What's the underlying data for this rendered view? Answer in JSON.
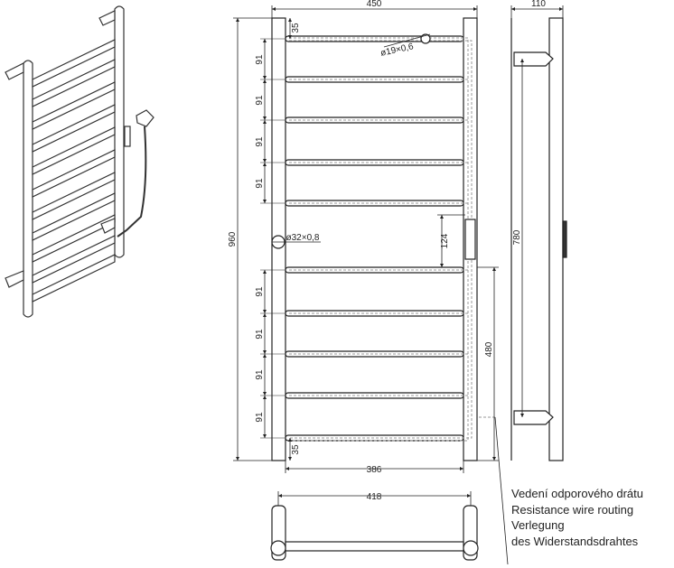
{
  "dimensions": {
    "width_top": "450",
    "width_bottom": "386",
    "depth": "110",
    "height_total": "960",
    "mount_distance": "780",
    "spacing": [
      "91",
      "91",
      "91",
      "91",
      "91",
      "91",
      "91",
      "91"
    ],
    "top_offset": "35",
    "bottom_offset": "35",
    "heater_box": "124",
    "cable_length": "480",
    "bottom_view_width": "418",
    "small_tube": "ø19×0,6",
    "large_tube": "ø32×0,8"
  },
  "note": {
    "lines": [
      "Vedení odporového drátu",
      "Resistance wire routing",
      "Verlegung",
      "des Widerstandsdrahtes"
    ]
  },
  "colors": {
    "line": "#222222",
    "dashed": "#aaaaaa",
    "fill": "#ffffff"
  }
}
